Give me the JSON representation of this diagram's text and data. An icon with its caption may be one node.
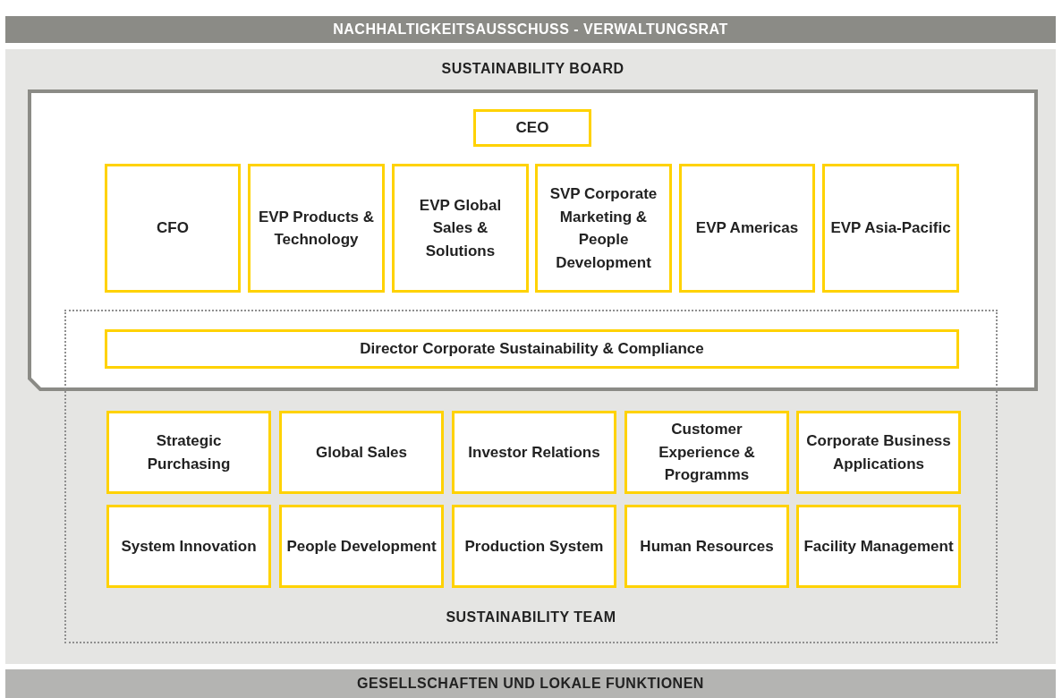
{
  "diagram": {
    "nodes": [
      {
        "text": [
          "NACHHALTIGKEITSAUSSCHUSS - VERWALTUNGSRAT"
        ]
      },
      {
        "text": [],
        "shape": "box"
      },
      {
        "text": [
          "SUSTAINABILITY BOARD"
        ],
        "in": 1
      },
      {
        "text": [
          "SUSTAINABILITY TEAM"
        ],
        "in": 1
      },
      {
        "text": [
          "CEO"
        ],
        "in": 2
      },
      {
        "text": [
          "CFO"
        ],
        "in": 2
      },
      {
        "text": [
          "EVP Products & Technology"
        ],
        "in": 2
      },
      {
        "text": [
          "EVP Global Sales & Solutions"
        ],
        "in": 2
      },
      {
        "text": [
          "SVP Corporate Marketing & People Development"
        ],
        "in": 2
      },
      {
        "text": [
          "EVP Americas"
        ],
        "in": 2
      },
      {
        "text": [
          "EVP Asia-Pacific"
        ],
        "in": 2
      },
      {
        "text": [
          "Director Corporate Sustainability & Compliance"
        ]
      },
      {
        "text": [
          "Strategic Purchasing"
        ],
        "in": 3
      },
      {
        "text": [
          "Global Sales"
        ],
        "in": 3
      },
      {
        "text": [
          "Investor Relations"
        ],
        "in": 3
      },
      {
        "text": [
          "Customer Experience & Programms"
        ],
        "in": 3
      },
      {
        "text": [
          "Corporate Business Applications"
        ],
        "in": 3
      },
      {
        "text": [
          "System Innovation"
        ],
        "in": 3
      },
      {
        "text": [
          "People Development"
        ],
        "in": 3
      },
      {
        "text": [
          "Production System"
        ],
        "in": 3
      },
      {
        "text": [
          "Human Resources"
        ],
        "in": 3
      },
      {
        "text": [
          "Facility Management"
        ],
        "in": 3
      },
      {
        "text": [
          "GESELLSCHAFTEN UND LOKALE FUNKTIONEN"
        ]
      }
    ]
  }
}
